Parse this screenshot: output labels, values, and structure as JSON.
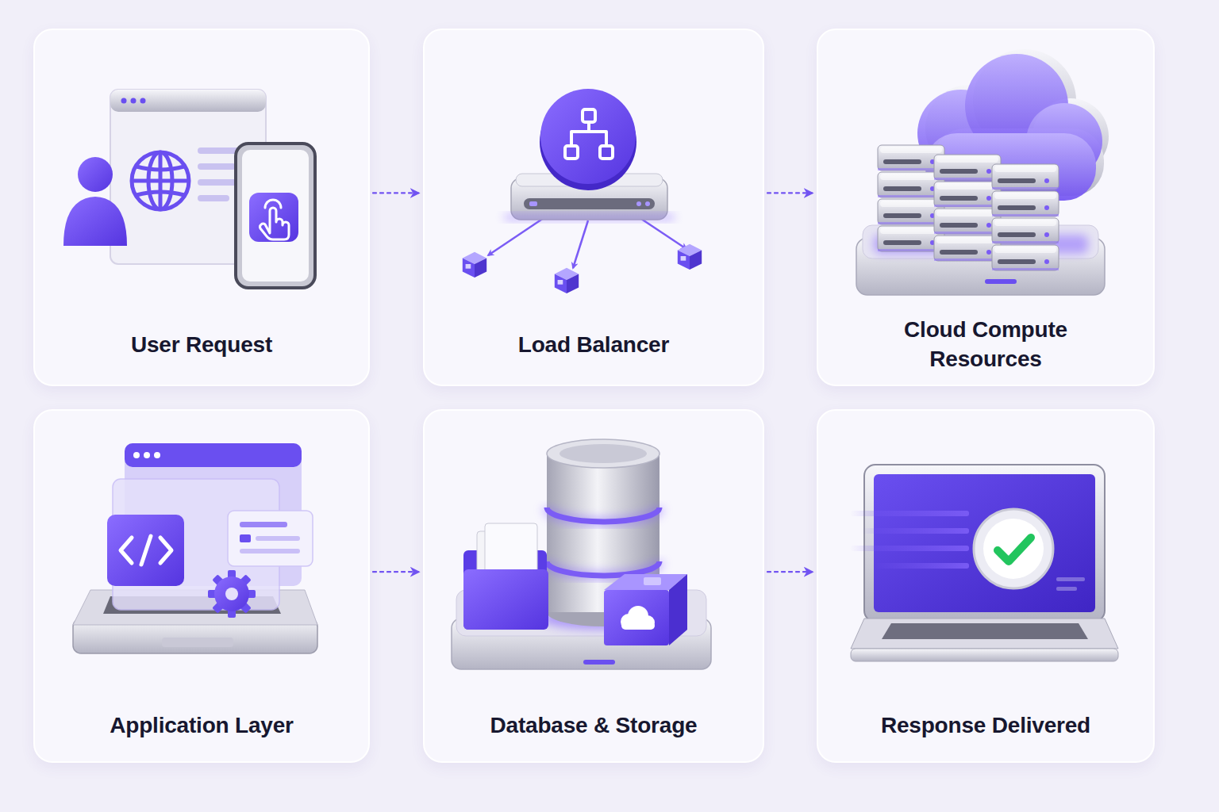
{
  "diagram": {
    "nodes": [
      {
        "text": [
          "User Request"
        ]
      },
      {
        "text": [
          "Load Balancer"
        ]
      },
      {
        "text": [
          "Cloud Compute Resources"
        ]
      },
      {
        "text": [
          "Application Layer"
        ]
      },
      {
        "text": [
          "Database & Storage"
        ]
      },
      {
        "text": [
          "Response Delivered"
        ]
      }
    ],
    "edges": [
      {
        "from": 0,
        "to": 1,
        "arrow": "to"
      },
      {
        "from": 1,
        "to": 2,
        "arrow": "to"
      },
      {
        "from": 3,
        "to": 4,
        "arrow": "to"
      },
      {
        "from": 4,
        "to": 5,
        "arrow": "to"
      }
    ]
  }
}
